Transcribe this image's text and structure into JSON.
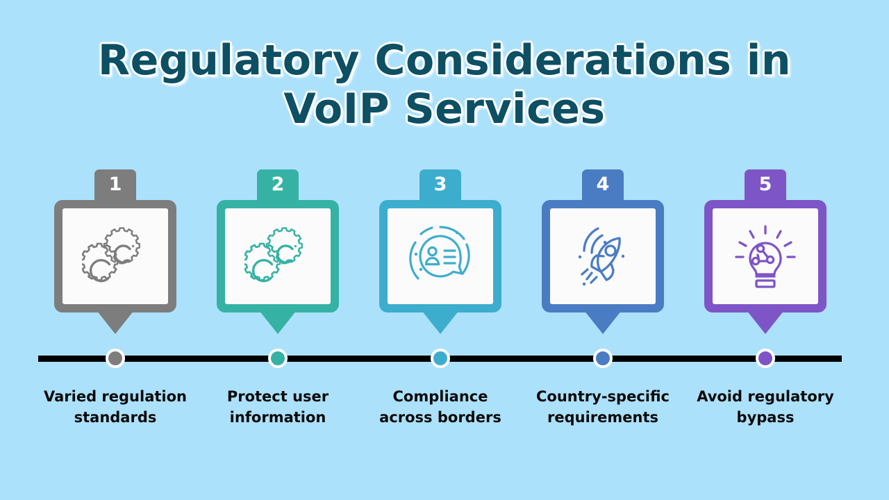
{
  "slide": {
    "background_color": "#ace1fb",
    "title": "Regulatory Considerations in VoIP Services",
    "title_color": "#0d4f63",
    "timeline_color": "#000000"
  },
  "steps": [
    {
      "number": "1",
      "color": "#7d7d7d",
      "icon": "gears-icon",
      "caption_line1": "Varied regulation",
      "caption_line2": "standards"
    },
    {
      "number": "2",
      "color": "#35b2a4",
      "icon": "gears-icon",
      "caption_line1": "Protect user",
      "caption_line2": "information"
    },
    {
      "number": "3",
      "color": "#3dadcd",
      "icon": "user-profile-chat-icon",
      "caption_line1": "Compliance",
      "caption_line2": "across borders"
    },
    {
      "number": "4",
      "color": "#4a7cc4",
      "icon": "rocket-icon",
      "caption_line1": "Country-specific",
      "caption_line2": "requirements"
    },
    {
      "number": "5",
      "color": "#7e55c6",
      "icon": "lightbulb-network-icon",
      "caption_line1": "Avoid regulatory",
      "caption_line2": "bypass"
    }
  ]
}
